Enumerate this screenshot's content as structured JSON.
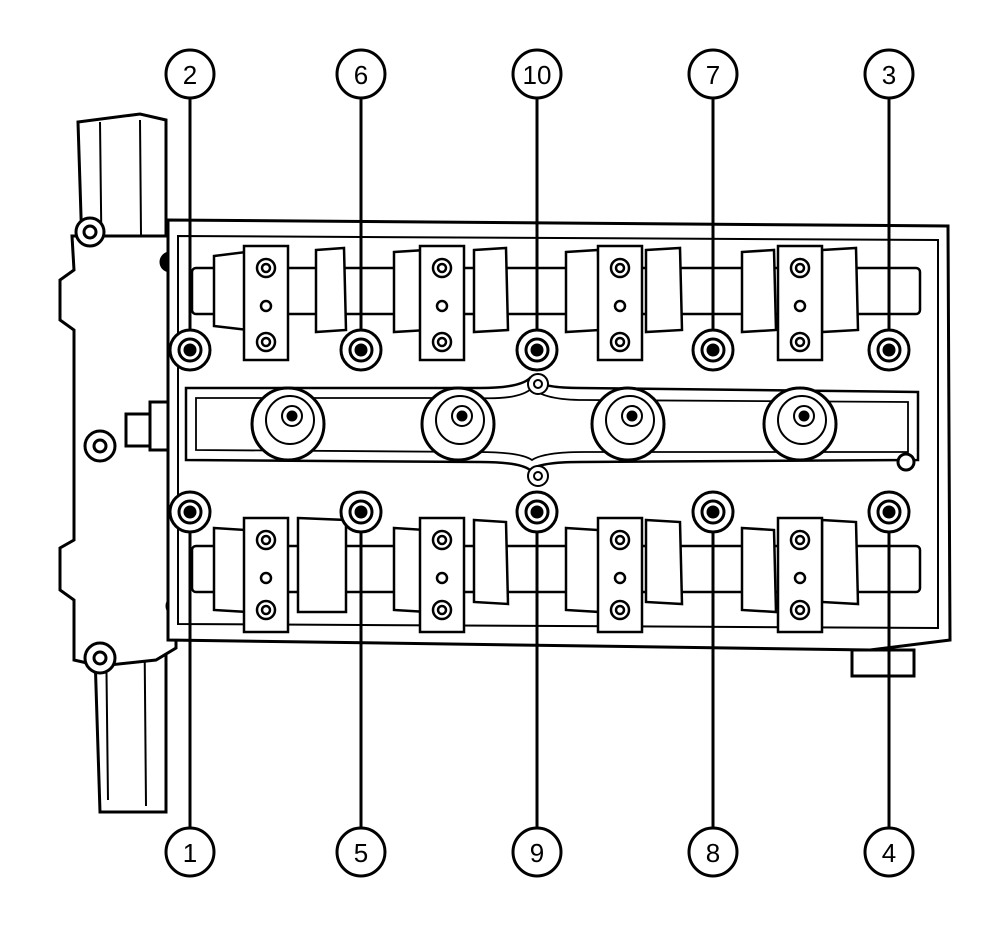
{
  "figure": {
    "type": "bolt tightening sequence diagram",
    "colors": {
      "ink": "#000000",
      "paper": "#ffffff",
      "shade": "#eaeaea"
    },
    "top_callouts": [
      "2",
      "6",
      "10",
      "7",
      "3"
    ],
    "bottom_callouts": [
      "1",
      "5",
      "9",
      "8",
      "4"
    ]
  }
}
